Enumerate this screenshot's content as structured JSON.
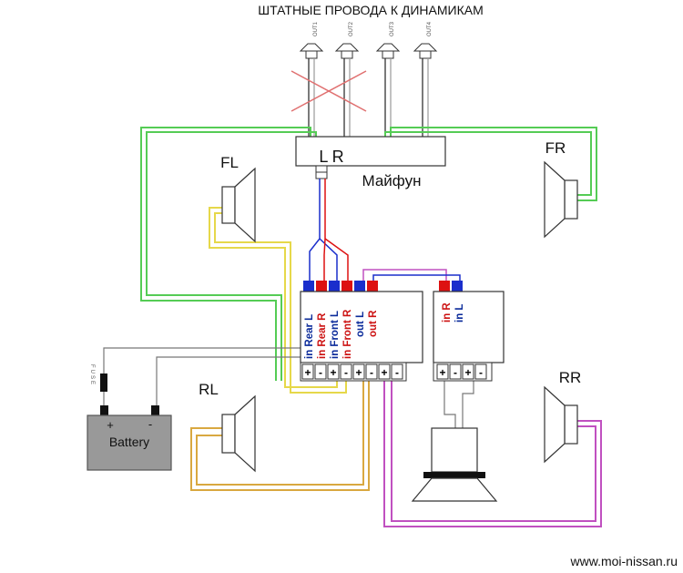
{
  "title": "ШТАТНЫЕ ПРОВОДА К ДИНАМИКАМ",
  "head_unit": {
    "label": "Майфун",
    "channels": "L R"
  },
  "original_outputs": [
    "OUT1",
    "OUT2",
    "OUT3",
    "OUT4"
  ],
  "speakers": {
    "fl": "FL",
    "fr": "FR",
    "rl": "RL",
    "rr": "RR"
  },
  "amp4_inputs": [
    {
      "text": "in Rear L",
      "color": "#0a2a9a"
    },
    {
      "text": "in Rear R",
      "color": "#cc1111"
    },
    {
      "text": "in Front L",
      "color": "#0a2a9a"
    },
    {
      "text": "in Front R",
      "color": "#cc1111"
    },
    {
      "text": "out L",
      "color": "#0a2a9a"
    },
    {
      "text": "out R",
      "color": "#cc1111"
    }
  ],
  "amp2_inputs": [
    {
      "text": "in R",
      "color": "#cc1111"
    },
    {
      "text": "in L",
      "color": "#0a2a9a"
    }
  ],
  "amp4_terminals": [
    "+",
    "-",
    "+",
    "-",
    "+",
    "-",
    "+",
    "-"
  ],
  "amp2_terminals": [
    "+",
    "-",
    "+",
    "-"
  ],
  "battery": {
    "label": "Battery",
    "plus": "+",
    "minus": "-"
  },
  "fuse": "FUSE",
  "watermark": "www.moi-nissan.ru",
  "colors": {
    "green": "#55cc55",
    "yellow": "#e6d84a",
    "orange": "#d9a840",
    "purple": "#c050c0",
    "blue": "#1a2ecc",
    "red": "#dd1111",
    "grey_wire": "#777777",
    "cross": "#e07070",
    "battery": "#999999"
  }
}
